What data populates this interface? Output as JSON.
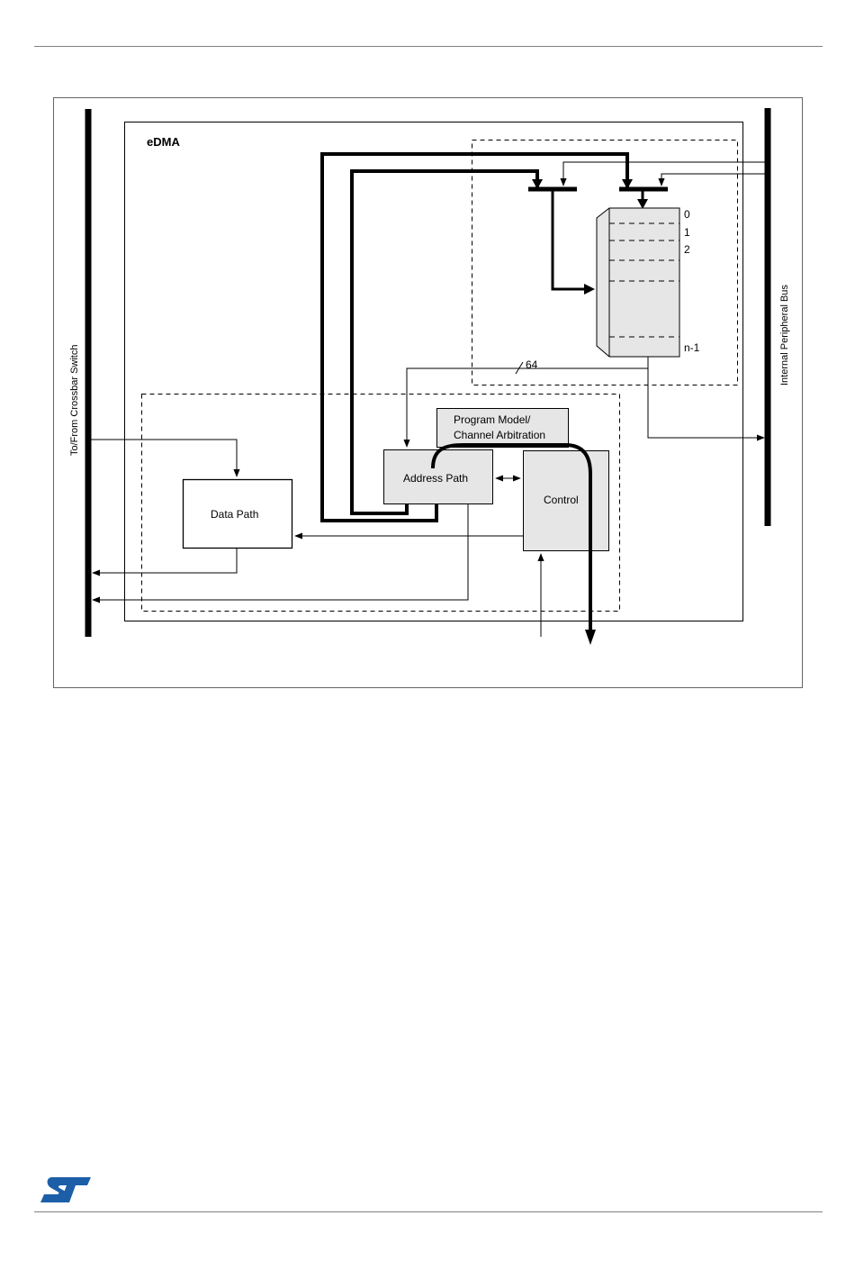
{
  "diagram": {
    "edma_label": "eDMA",
    "left_bus_label": "To/From Crossbar Switch",
    "right_bus_label": "Internal Peripheral Bus",
    "blocks": {
      "data_path": "Data Path",
      "address_path": "Address Path",
      "control": "Control",
      "program_model_line1": "Program Model/",
      "program_model_line2": "Channel Arbitration"
    },
    "channel_labels": [
      "0",
      "1",
      "2",
      "n-1"
    ],
    "bus_width_label": "64",
    "colors": {
      "block_fill": "#e6e6e6",
      "line": "#000000",
      "frame": "#666666"
    }
  },
  "footer": {
    "logo_icon": "st-logo-icon",
    "logo_color": "#1c5ea8"
  }
}
